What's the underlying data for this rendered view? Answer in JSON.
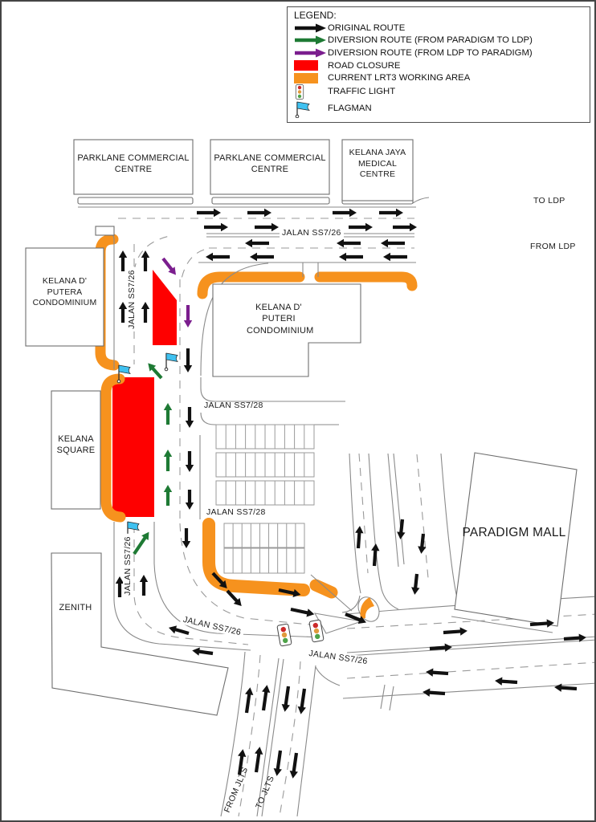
{
  "legend": {
    "heading": "LEGEND:",
    "items": [
      {
        "label": "ORIGINAL ROUTE",
        "icon": "black-arrow-icon"
      },
      {
        "label": "DIVERSION ROUTE (FROM PARADIGM TO LDP)",
        "icon": "green-arrow-icon"
      },
      {
        "label": "DIVERSION ROUTE (FROM LDP TO PARADIGM)",
        "icon": "purple-arrow-icon"
      },
      {
        "label": "ROAD CLOSURE",
        "icon": "red-swatch"
      },
      {
        "label": "CURRENT LRT3 WORKING AREA",
        "icon": "orange-swatch"
      },
      {
        "label": "TRAFFIC LIGHT",
        "icon": "traffic-light-icon"
      },
      {
        "label": "FLAGMAN",
        "icon": "flagman-icon"
      }
    ]
  },
  "buildings": {
    "parklane1": "PARKLANE COMMERCIAL CENTRE",
    "parklane2": "PARKLANE COMMERCIAL CENTRE",
    "medical": "KELANA JAYA MEDICAL CENTRE",
    "putera": "KELANA D' PUTERA CONDOMINIUM",
    "puteri": "KELANA D' PUTERI CONDOMINIUM",
    "square": "KELANA SQUARE",
    "zenith": "ZENITH",
    "paradigm": "PARADIGM MALL"
  },
  "roads": {
    "ss726_top": "JALAN SS7/26",
    "ss726_vert_upper": "JALAN SS7/26",
    "ss726_vert_lower": "JALAN SS7/26",
    "ss726_diagonal": "JALAN SS7/26",
    "ss726_bottom": "JALAN SS7/26",
    "ss728_upper": "JALAN SS7/28",
    "ss728_lower": "JALAN SS7/28",
    "to_ldp": "TO LDP",
    "from_ldp": "FROM LDP",
    "from_jlts": "FROM JLTS",
    "to_jlts": "TO JLTS"
  },
  "colors": {
    "original_route_black": "#111111",
    "diversion_green": "#1E7A34",
    "diversion_purple": "#7B1E8E",
    "closure_red": "#FE0000",
    "lrt3_orange": "#F6921E",
    "flag_blue": "#3FC1F0",
    "signal_red": "#CC2A2A",
    "signal_amber": "#E09A3C",
    "signal_green": "#4FA349",
    "road_line_gray": "#8A8A8A"
  }
}
